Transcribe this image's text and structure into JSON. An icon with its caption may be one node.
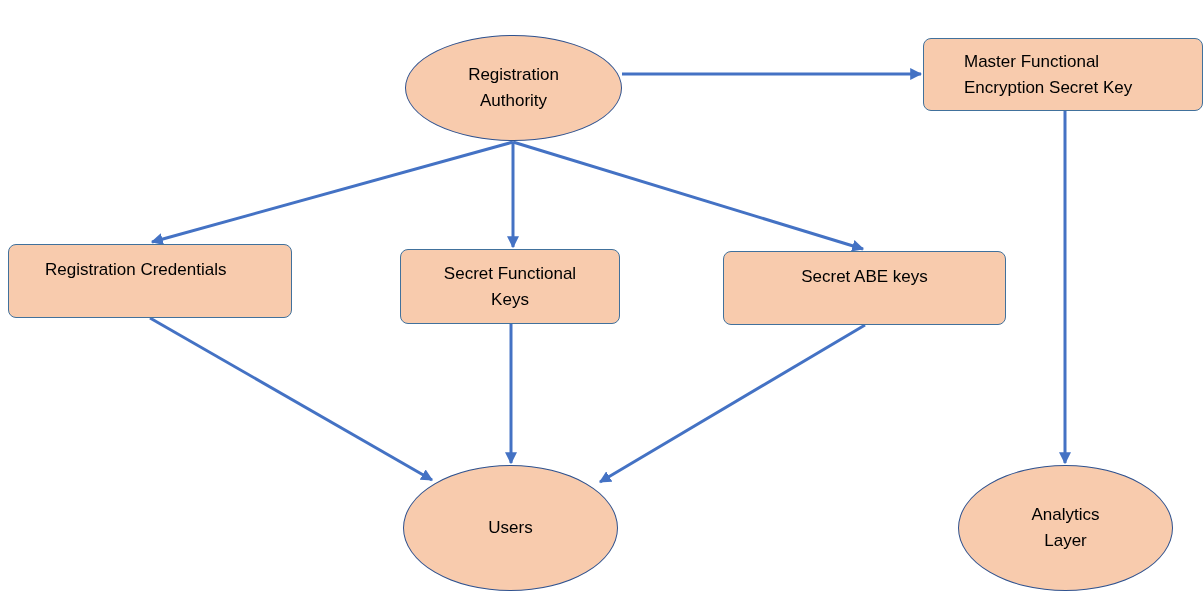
{
  "diagram": {
    "nodes": [
      {
        "text": [
          "Registration Authority"
        ]
      },
      {
        "text": [
          "Master Functional Encryption Secret Key"
        ]
      },
      {
        "text": [
          "Registration Credentials"
        ]
      },
      {
        "text": [
          "Secret Functional Keys"
        ]
      },
      {
        "text": [
          "Secret ABE keys"
        ]
      },
      {
        "text": [
          "Users"
        ]
      },
      {
        "text": [
          "Analytics Layer"
        ]
      }
    ],
    "edges": [
      {
        "from": 0,
        "to": 1,
        "arrow": "to"
      },
      {
        "from": 0,
        "to": 2,
        "arrow": "to"
      },
      {
        "from": 0,
        "to": 3,
        "arrow": "to"
      },
      {
        "from": 0,
        "to": 4,
        "arrow": "to"
      },
      {
        "from": 2,
        "to": 5,
        "arrow": "to"
      },
      {
        "from": 3,
        "to": 5,
        "arrow": "to"
      },
      {
        "from": 4,
        "to": 5,
        "arrow": "to"
      },
      {
        "from": 1,
        "to": 6,
        "arrow": "to"
      }
    ]
  }
}
